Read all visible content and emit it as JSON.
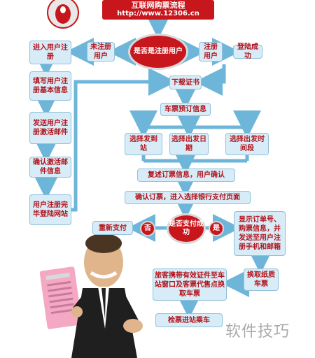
{
  "title": {
    "line1": "互联网购票流程",
    "line2": "http://www.12306.cn"
  },
  "decision_registered": "是否是注册用户",
  "label_not_registered": "未注册用户",
  "label_registered": "注册用户",
  "login_success": "登陆成功",
  "reg_steps": [
    "进入用户注册",
    "填写用户注册基本信息",
    "发送用户注册激活邮件",
    "确认激活邮件信息",
    "用户注册完毕登陆网站"
  ],
  "download_cert": "下载证书",
  "ticket_booking": "车票预订信息",
  "choices": [
    "选择发到站",
    "选择出发日期",
    "选择出发时间段"
  ],
  "review_confirm": "复述订票信息，用户确认",
  "confirm_pay": "确认订票，进入选择银行支付页面",
  "decision_pay": "是否支付成功",
  "no_label": "否",
  "yes_label": "是",
  "repay": "重新支付",
  "notify": "显示订单号、购票信息，并发送至用户注册手机和邮箱",
  "exchange_paper": "换取纸质车票",
  "station_exchange": "旅客携带有效证件至车站窗口及客票代售点换取车票",
  "board_train": "检票进站乘车",
  "watermark": "软件技巧",
  "colors": {
    "accent_red": "#c8161d",
    "box_fill": "#d7ecf7",
    "line_blue": "#6eb6d9",
    "text_red": "#b3121a"
  }
}
